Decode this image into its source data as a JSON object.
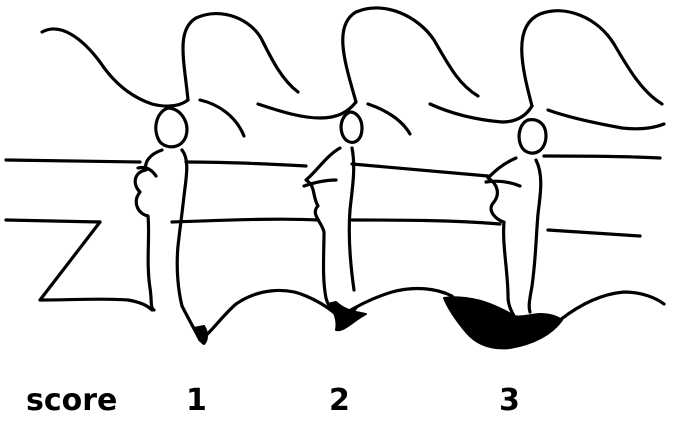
{
  "figure": {
    "score_label": "score",
    "scores": [
      "1",
      "2",
      "3"
    ],
    "colors": {
      "ink": "#000000",
      "background": "#ffffff"
    }
  }
}
